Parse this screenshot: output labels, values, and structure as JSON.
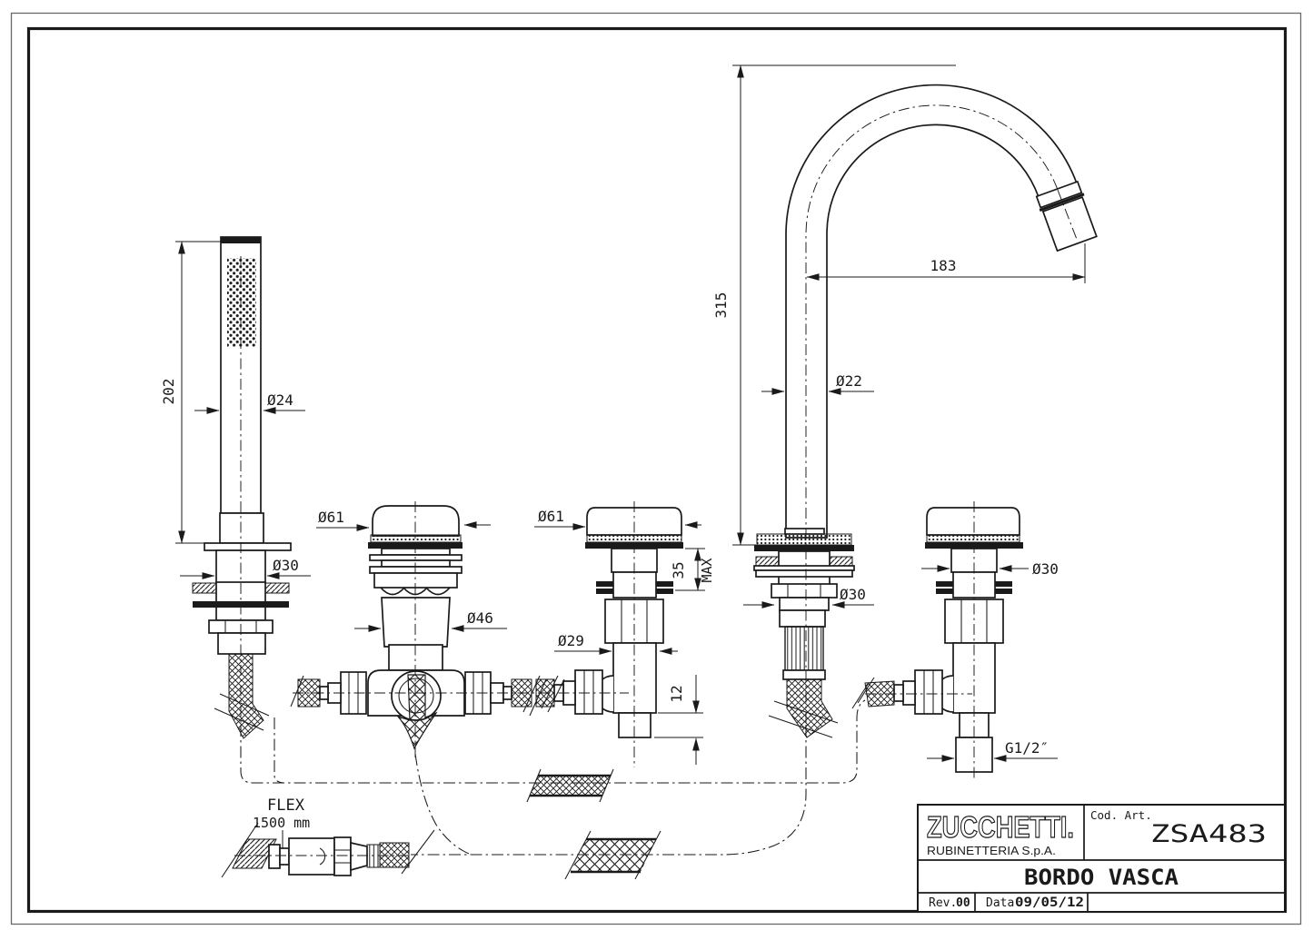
{
  "colors": {
    "ink": "#1a1a1a",
    "paper": "#ffffff"
  },
  "title_block": {
    "brand": "ZUCCHETTI.",
    "brand_subtitle": "RUBINETTERIA   S.p.A.",
    "cod_art_label": "Cod. Art.",
    "cod_art_value": "ZSA483",
    "product_name": "BORDO VASCA",
    "rev_label": "Rev.",
    "rev_value": "00",
    "date_label": "Data",
    "date_value": "09/05/12"
  },
  "dims": {
    "shower_length": "202",
    "shower_head_dia": "Ø24",
    "shower_mount_dia": "Ø30",
    "diverter_handle_dia": "Ø61",
    "diverter_body_dia": "Ø46",
    "valve_handle_dia": "Ø61",
    "deck_thickness": "35",
    "deck_thickness_suffix": "MAX",
    "valve_body_dia": "Ø29",
    "valve_outlet_len": "12",
    "spout_height": "315",
    "spout_reach": "183",
    "spout_tube_dia": "Ø22",
    "spout_mount_dia": "Ø30",
    "right_valve_dia": "Ø30",
    "thread": "G1/2″",
    "flex_label": "FLEX",
    "flex_length": "1500 mm"
  }
}
